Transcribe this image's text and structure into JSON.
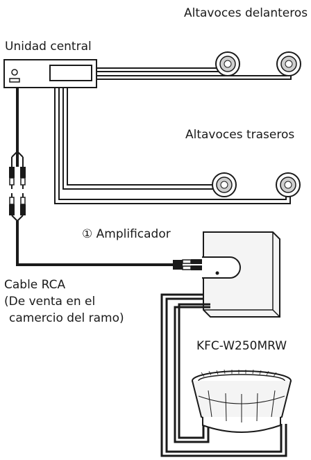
{
  "labels": {
    "front_speakers": "Altavoces delanteros",
    "head_unit": "Unidad central",
    "rear_speakers": "Altavoces traseros",
    "amplifier": "① Amplificador",
    "subwoofer_model": "KFC-W250MRW",
    "rca_cable": {
      "line1": "Cable RCA",
      "line2": "(De venta en el",
      "line3": "camercio del ramo)"
    }
  },
  "colors": {
    "line": "#1a1a1a",
    "speaker_fill": "#cfcfcf",
    "amp_fill": "#f4f4f4"
  }
}
